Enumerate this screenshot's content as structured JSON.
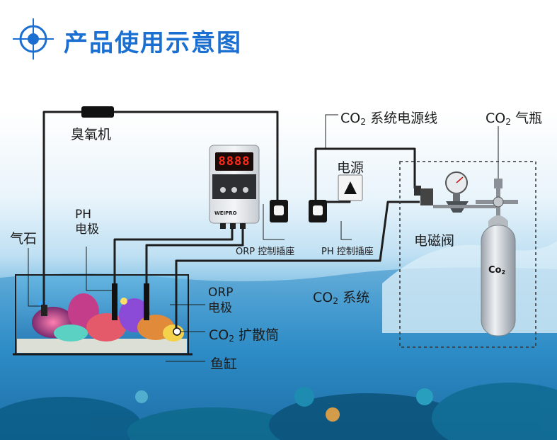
{
  "title": "产品使用示意图",
  "labels": {
    "ozone": "臭氧机",
    "co2_power_line_prefix": "CO",
    "co2_power_line_sub": "2",
    "co2_power_line_suffix": " 系统电源线",
    "co2_bottle_prefix": "CO",
    "co2_bottle_sub": "2",
    "co2_bottle_suffix": " 气瓶",
    "power": "电源",
    "ph_electrode_line1": "PH",
    "ph_electrode_line2": "电极",
    "air_stone": "气石",
    "solenoid": "电磁阀",
    "orp_socket": "ORP 控制插座",
    "ph_socket": "PH 控制插座",
    "orp_electrode_line1": "ORP",
    "orp_electrode_line2": "电极",
    "co2_system_prefix": "CO",
    "co2_system_sub": "2",
    "co2_system_suffix": " 系统",
    "diffuser_prefix": "CO",
    "diffuser_sub": "2",
    "diffuser_suffix": " 扩散筒",
    "tank": "鱼缸",
    "controller_display": "8888",
    "controller_brand": "WEIPRO",
    "cylinder_text": "Co"
  },
  "colors": {
    "title": "#1b6fd0",
    "cable": "#1e1e1e",
    "display": "#ff2a1a",
    "water_top": "#2b8fc9",
    "water_deep": "#0d4f86"
  }
}
